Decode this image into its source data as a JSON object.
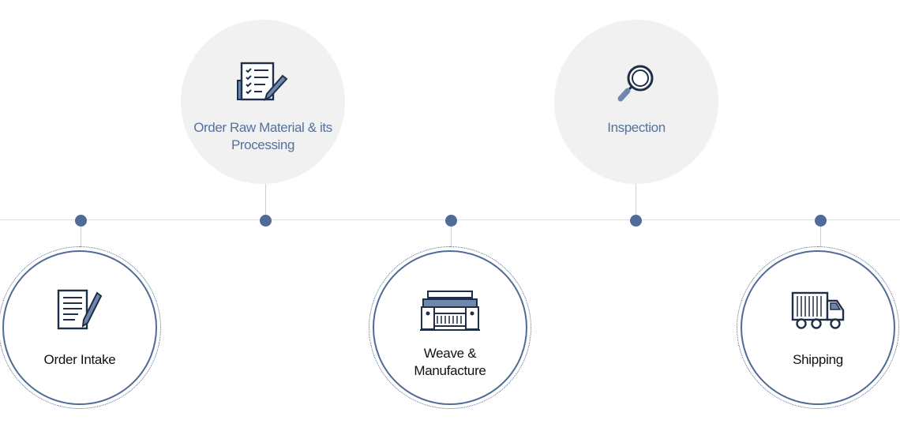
{
  "colors": {
    "accent": "#4f6b96",
    "top_label": "#55719d",
    "bottom_label": "#111111",
    "top_fill": "#f1f1f1",
    "line": "#dedede"
  },
  "steps": [
    {
      "label": "Order Intake",
      "icon": "document-pencil-icon"
    },
    {
      "label": "Order Raw Material & its Processing",
      "icon": "checklist-pen-icon"
    },
    {
      "label": "Weave & Manufacture",
      "icon": "loom-machine-icon"
    },
    {
      "label": "Inspection",
      "icon": "magnifier-icon"
    },
    {
      "label": "Shipping",
      "icon": "truck-icon"
    }
  ]
}
